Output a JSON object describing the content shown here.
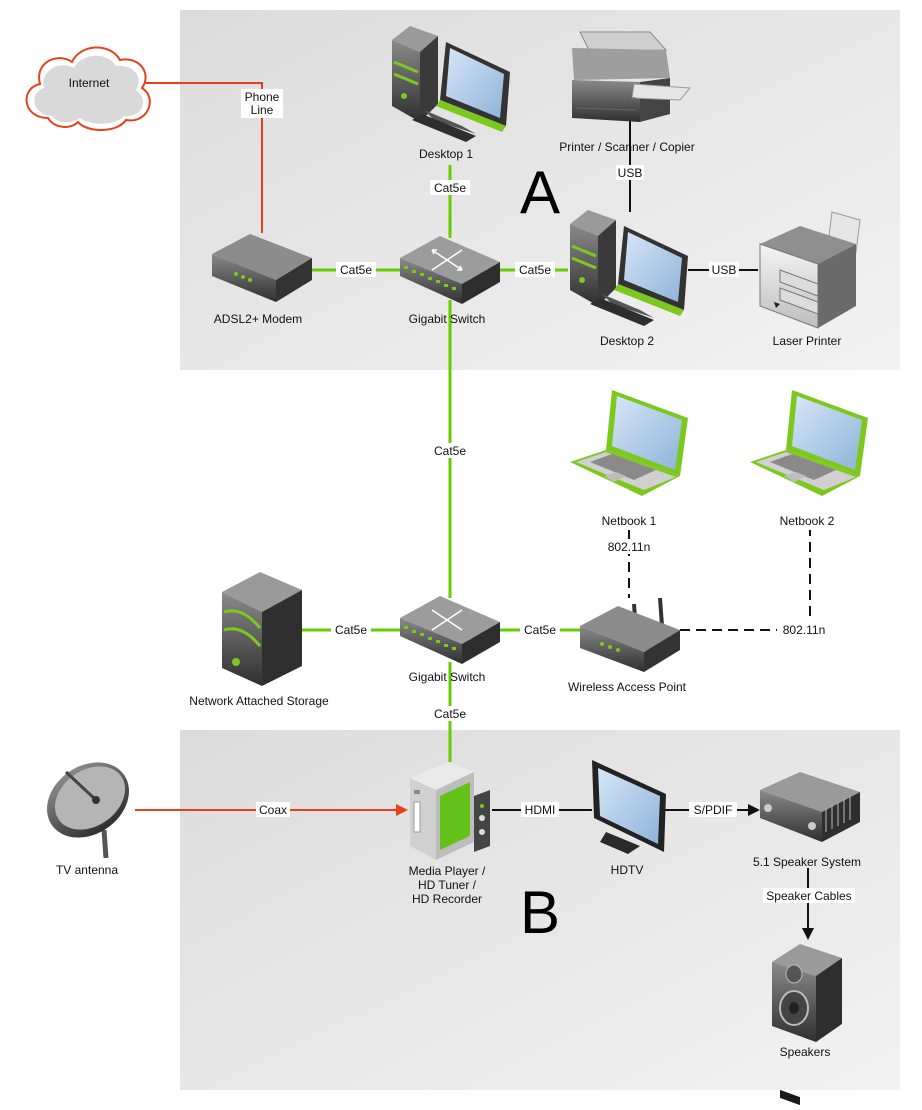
{
  "zones": {
    "a": {
      "letter": "A"
    },
    "b": {
      "letter": "B"
    }
  },
  "nodes": {
    "internet": "Internet",
    "desktop1": "Desktop 1",
    "printer_scanner": "Printer / Scanner / Copier",
    "modem": "ADSL2+ Modem",
    "switch_top": "Gigabit Switch",
    "desktop2": "Desktop 2",
    "laser_printer": "Laser Printer",
    "netbook1": "Netbook 1",
    "netbook2": "Netbook 2",
    "nas": "Network Attached Storage",
    "switch_bottom": "Gigabit Switch",
    "wap": "Wireless Access Point",
    "tv_antenna": "TV antenna",
    "media_player": [
      "Media Player /",
      "HD Tuner /",
      "HD Recorder"
    ],
    "hdtv": "HDTV",
    "speaker_system": "5.1 Speaker System",
    "speakers": "Speakers"
  },
  "links": {
    "phone_line": [
      "Phone",
      "Line"
    ],
    "desktop1_switch": "Cat5e",
    "usb_printer_scanner": "USB",
    "modem_switch": "Cat5e",
    "switch_desktop2": "Cat5e",
    "usb_laser": "USB",
    "switch_switch": "Cat5e",
    "netbook1_wifi": "802.11n",
    "nas_switch": "Cat5e",
    "switch_wap": "Cat5e",
    "netbook2_wifi": "802.11n",
    "switch_media": "Cat5e",
    "coax": "Coax",
    "hdmi": "HDMI",
    "spdif": "S/PDIF",
    "speaker_cables": "Speaker Cables"
  },
  "colors": {
    "ethernet": "#66cc00",
    "external": "#e8401c",
    "zone_fill": "#e9e9e9",
    "device_dark": "#4a4a4a",
    "device_accent": "#7dc81f",
    "screen": "#a9c8e8"
  }
}
